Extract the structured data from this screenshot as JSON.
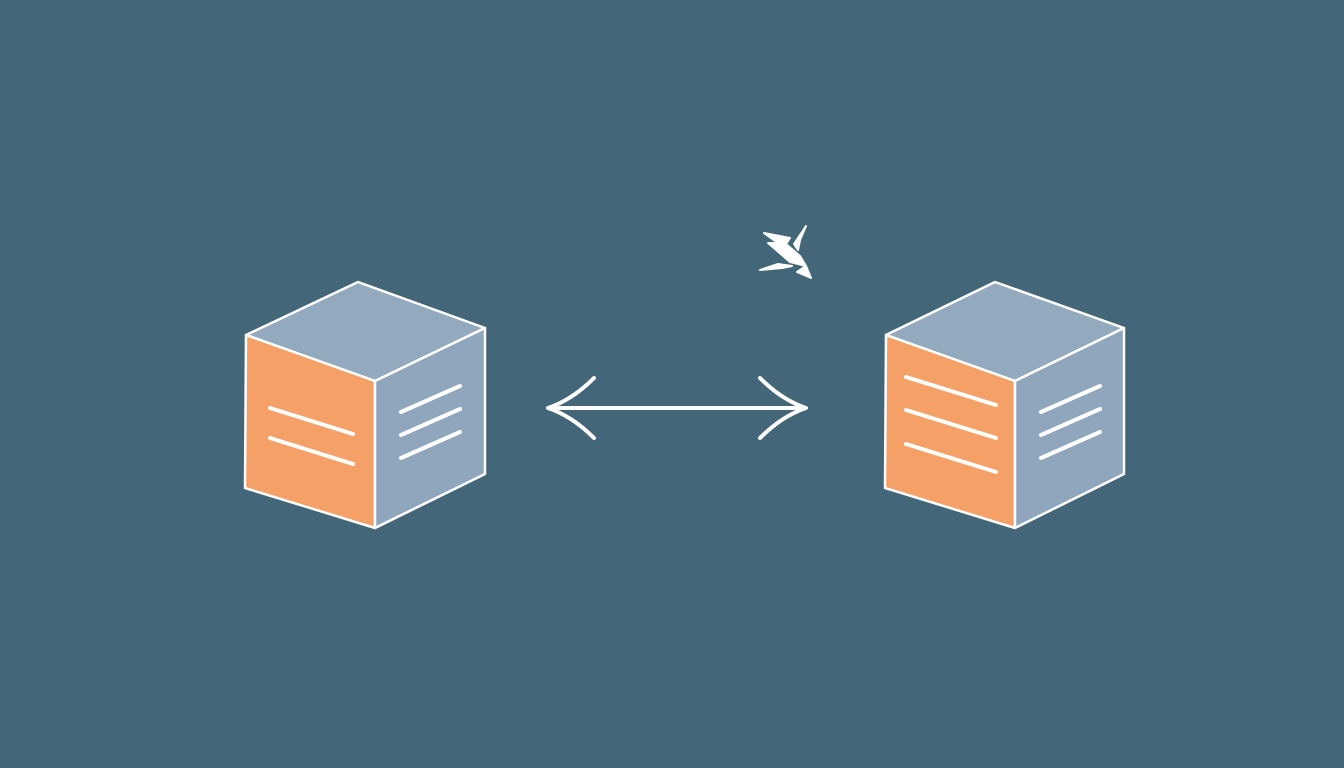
{
  "colors": {
    "background": "#436678",
    "cube_top": "#93a9be",
    "cube_side": "#8fa6bd",
    "cube_front": "#f5a066",
    "outline": "#ffffff",
    "arrow": "#ffffff"
  },
  "diagram": {
    "nodes": [
      {
        "id": "left-cube",
        "shape": "cube",
        "front_lines": 2,
        "side_lines": 3
      },
      {
        "id": "right-cube",
        "shape": "cube",
        "front_lines": 3,
        "side_lines": 3
      }
    ],
    "connectors": [
      {
        "id": "bidirectional-arrow",
        "from": "left-cube",
        "to": "right-cube",
        "type": "double-arrow"
      }
    ],
    "icons": [
      {
        "id": "small-arrow-glyph",
        "name": "down-right-arrow-icon"
      }
    ]
  }
}
